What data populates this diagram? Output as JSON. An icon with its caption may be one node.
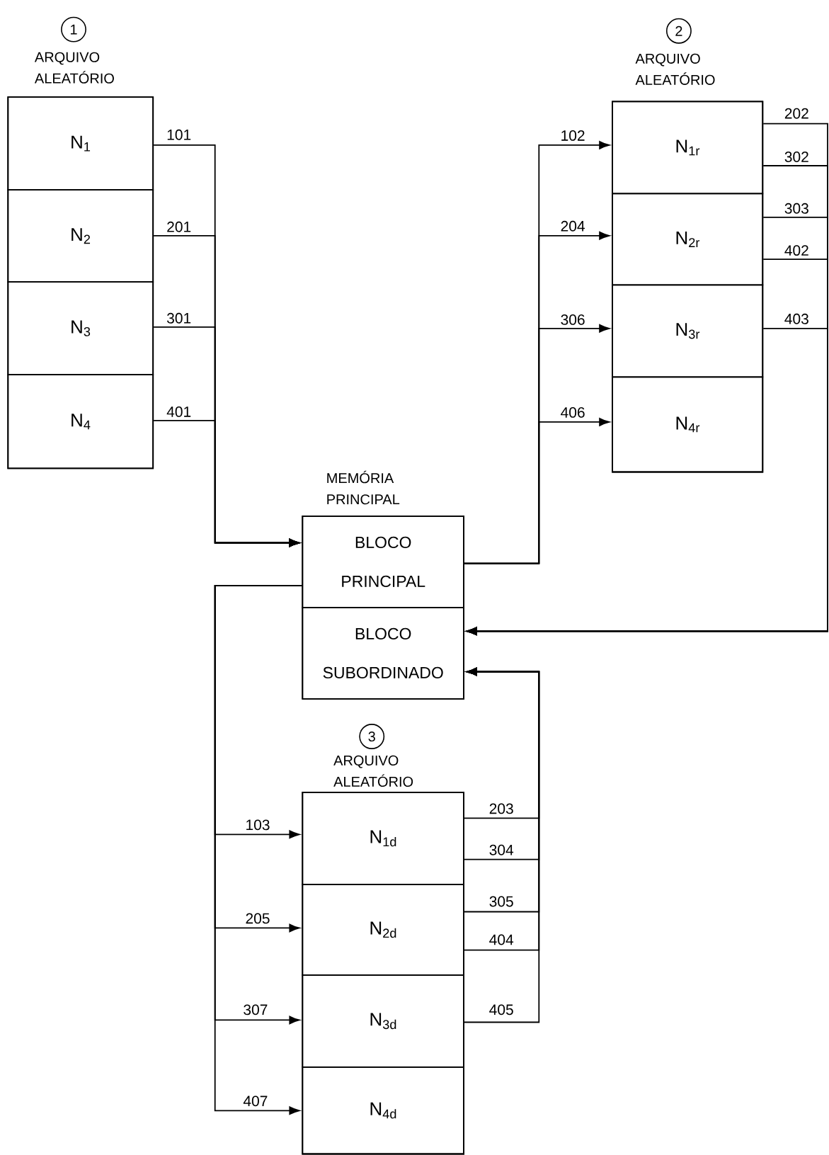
{
  "diagram": {
    "nodes": [
      {
        "text": [
          "1",
          "ARQUIVO ALEATÓRIO"
        ]
      },
      {
        "text": [
          "N$_{1}$"
        ],
        "in": 0
      },
      {
        "text": [
          "N$_{2}$"
        ],
        "in": 0
      },
      {
        "text": [
          "N$_{3}$"
        ],
        "in": 0
      },
      {
        "text": [
          "N$_{4}$"
        ],
        "in": 0
      },
      {
        "text": [
          "2",
          "ARQUIVO ALEATÓRIO"
        ]
      },
      {
        "text": [
          "N$_{1r}$"
        ],
        "in": 5
      },
      {
        "text": [
          "N$_{2r}$"
        ],
        "in": 5
      },
      {
        "text": [
          "N$_{3r}$"
        ],
        "in": 5
      },
      {
        "text": [
          "N$_{4r}$"
        ],
        "in": 5
      },
      {
        "text": [
          "MEMÓRIA PRINCIPAL"
        ]
      },
      {
        "text": [
          "BLOCO PRINCIPAL"
        ],
        "in": 10
      },
      {
        "text": [
          "BLOCO SUBORDINADO"
        ],
        "in": 10
      },
      {
        "text": [
          "3",
          "ARQUIVO ALEATÓRIO"
        ]
      },
      {
        "text": [
          "N$_{1d}$"
        ],
        "in": 13
      },
      {
        "text": [
          "N$_{2d}$"
        ],
        "in": 13
      },
      {
        "text": [
          "N$_{3d}$"
        ],
        "in": 13
      },
      {
        "text": [
          "N$_{4d}$"
        ],
        "in": 13
      }
    ],
    "edges": [
      {
        "from": 1,
        "to": 11,
        "arrow": "to",
        "label": "101"
      },
      {
        "from": 2,
        "to": 11,
        "arrow": "to",
        "label": "201"
      },
      {
        "from": 3,
        "to": 11,
        "arrow": "to",
        "label": "301"
      },
      {
        "from": 4,
        "to": 11,
        "arrow": "to",
        "label": "401"
      },
      {
        "from": 11,
        "to": 6,
        "arrow": "to",
        "label": "102"
      },
      {
        "from": 11,
        "to": 7,
        "arrow": "to",
        "label": "204"
      },
      {
        "from": 11,
        "to": 8,
        "arrow": "to",
        "label": "306"
      },
      {
        "from": 11,
        "to": 9,
        "arrow": "to",
        "label": "406"
      },
      {
        "from": 11,
        "to": 14,
        "arrow": "to",
        "label": "103"
      },
      {
        "from": 11,
        "to": 15,
        "arrow": "to",
        "label": "205"
      },
      {
        "from": 11,
        "to": 16,
        "arrow": "to",
        "label": "307"
      },
      {
        "from": 11,
        "to": 17,
        "arrow": "to",
        "label": "407"
      },
      {
        "from": 6,
        "to": 12,
        "arrow": "to",
        "label": "202"
      },
      {
        "from": 6,
        "to": 12,
        "arrow": "to",
        "label": "302"
      },
      {
        "from": 7,
        "to": 12,
        "arrow": "to",
        "label": "303"
      },
      {
        "from": 7,
        "to": 12,
        "arrow": "to",
        "label": "402"
      },
      {
        "from": 8,
        "to": 12,
        "arrow": "to",
        "label": "403"
      },
      {
        "from": 14,
        "to": 12,
        "arrow": "to",
        "label": "203"
      },
      {
        "from": 14,
        "to": 12,
        "arrow": "to",
        "label": "304"
      },
      {
        "from": 15,
        "to": 12,
        "arrow": "to",
        "label": "305"
      },
      {
        "from": 15,
        "to": 12,
        "arrow": "to",
        "label": "404"
      },
      {
        "from": 16,
        "to": 12,
        "arrow": "to",
        "label": "405"
      }
    ]
  }
}
